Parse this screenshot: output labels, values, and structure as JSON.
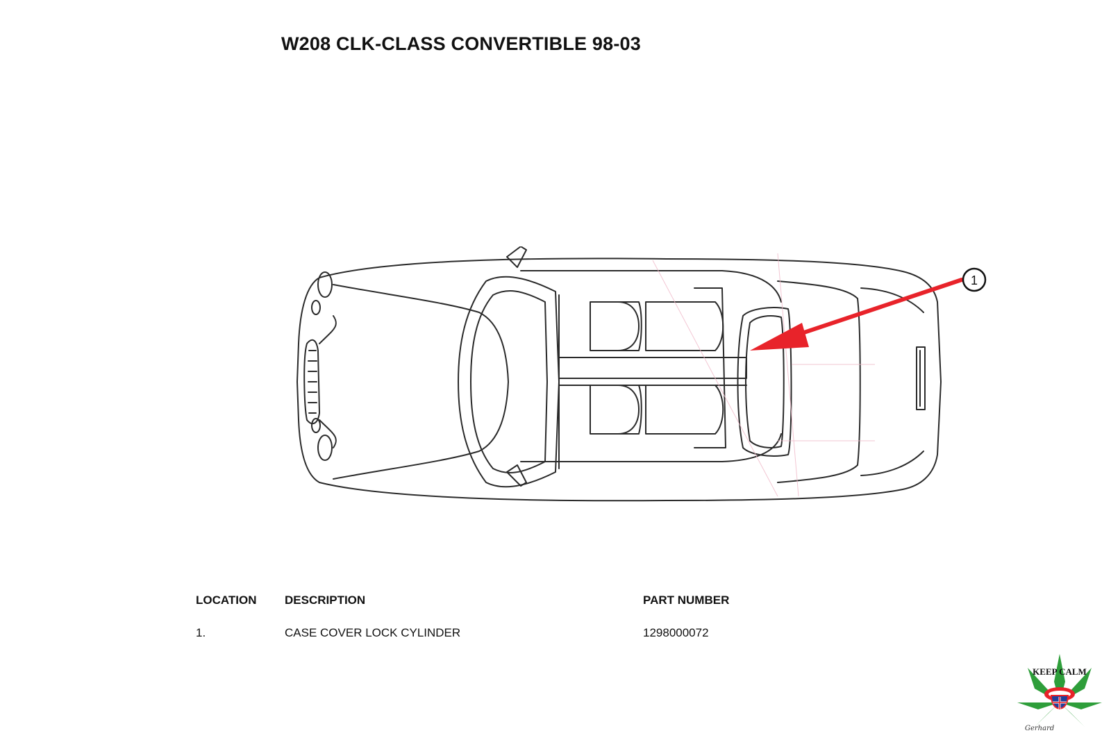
{
  "title": "W208 CLK-CLASS CONVERTIBLE 98-03",
  "diagram": {
    "callout_label": "1",
    "callout_color": "#e8232a",
    "line_color": "#2a2a2a"
  },
  "parts_table": {
    "headers": {
      "location": "LOCATION",
      "description": "DESCRIPTION",
      "part_number": "PART NUMBER"
    },
    "rows": [
      {
        "location": "1.",
        "description": "CASE COVER LOCK CYLINDER",
        "part_number": "1298000072"
      }
    ]
  },
  "logo": {
    "text": "KEEP CALM",
    "signature": "Gerhard",
    "leaf_color": "#2e9e3a"
  }
}
